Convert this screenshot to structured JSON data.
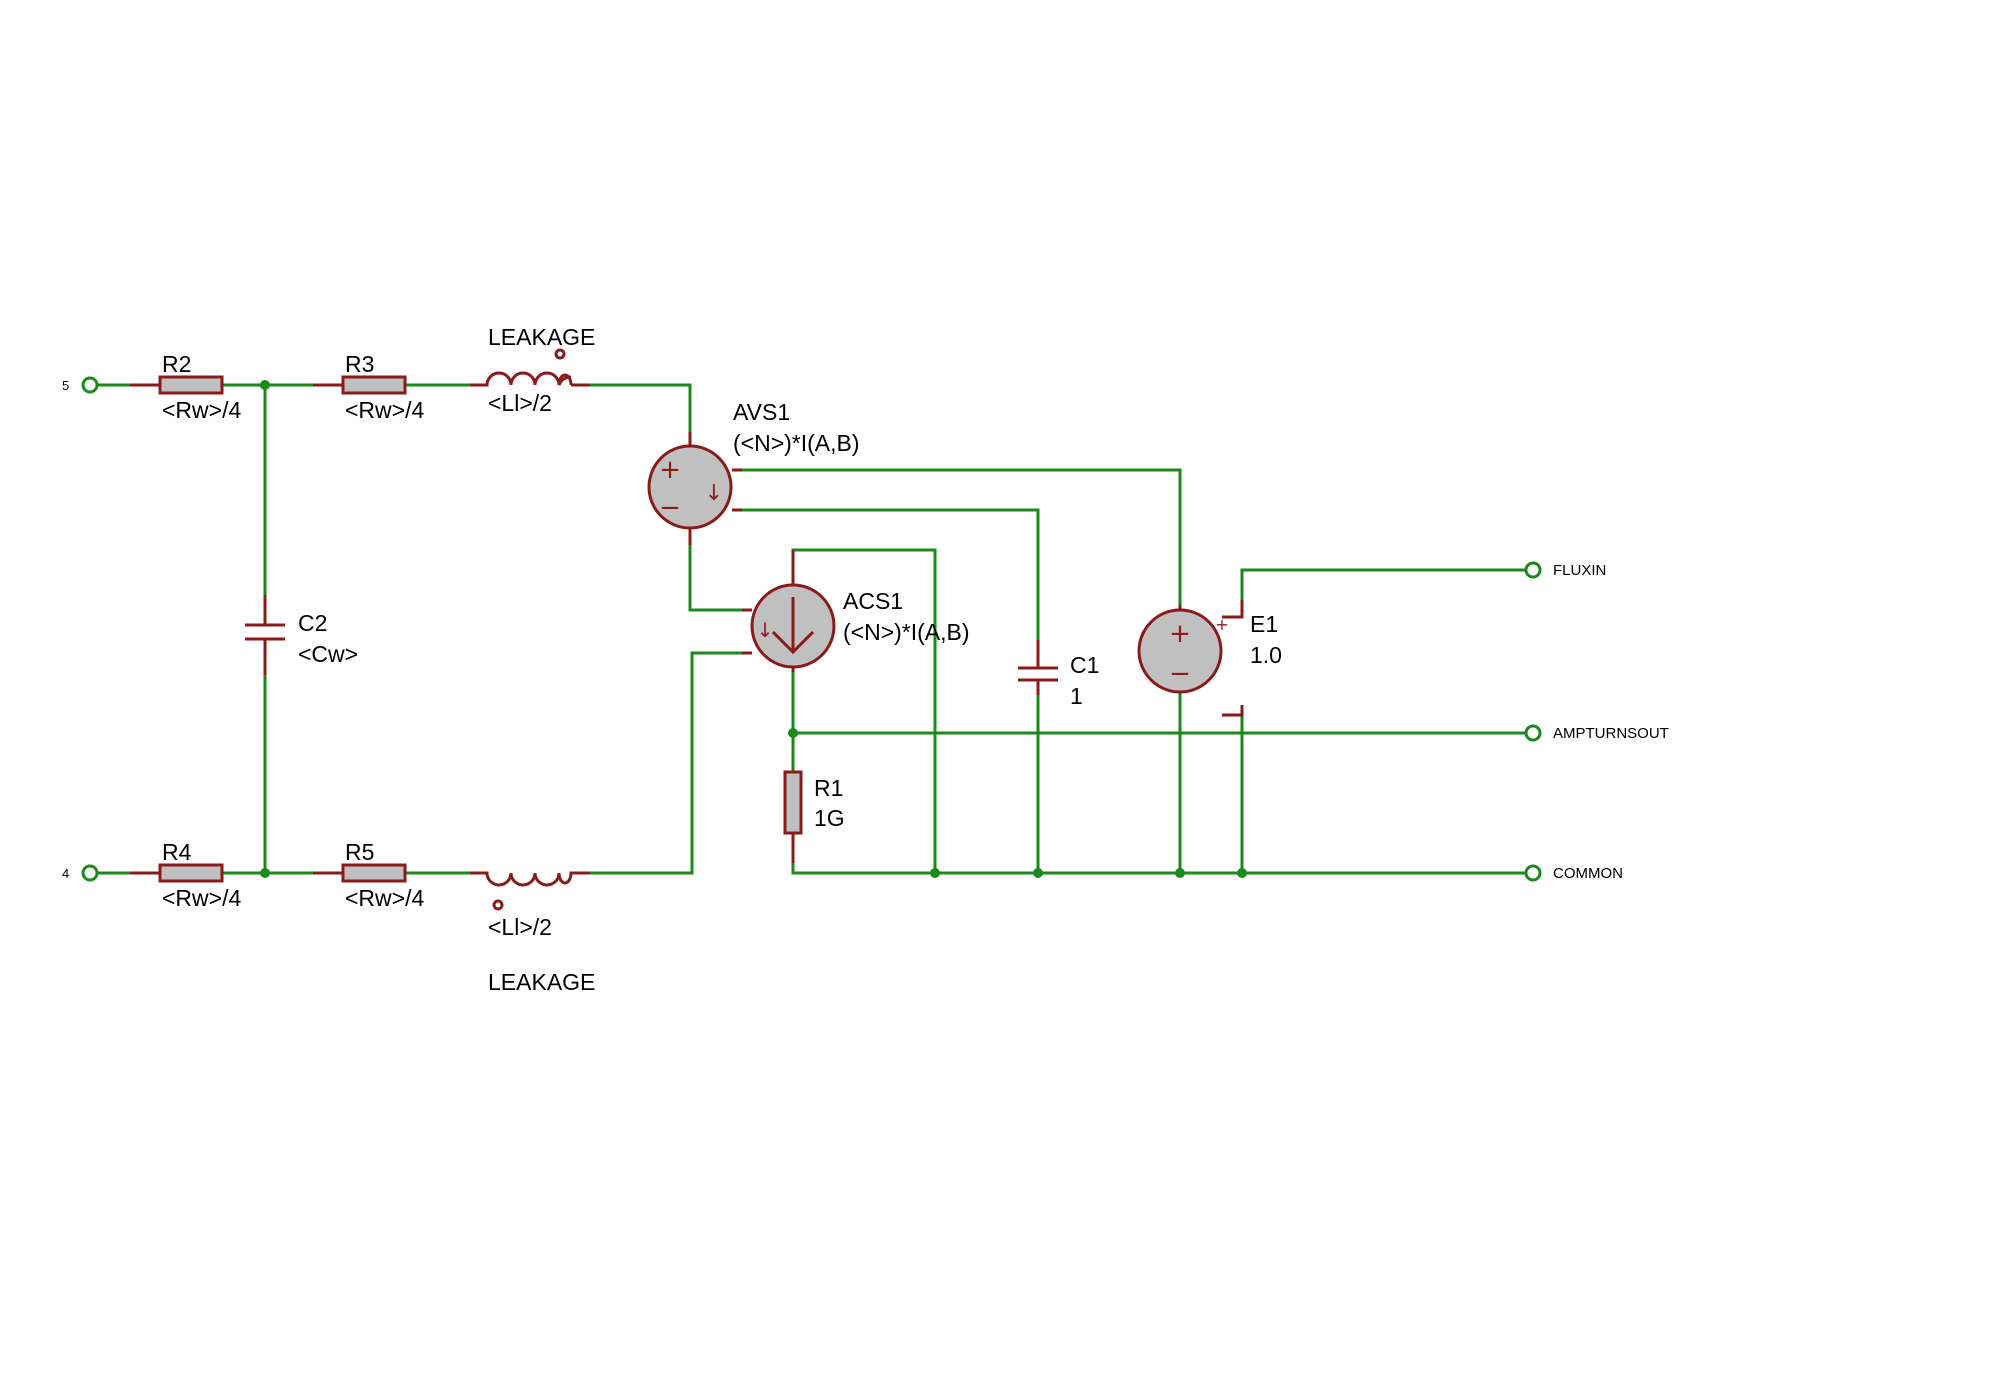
{
  "terminals": {
    "pin5": "5",
    "pin4": "4",
    "fluxin": "FLUXIN",
    "ampturnsout": "AMPTURNSOUT",
    "common": "COMMON"
  },
  "components": {
    "R2": {
      "ref": "R2",
      "value": "<Rw>/4"
    },
    "R3": {
      "ref": "R3",
      "value": "<Rw>/4"
    },
    "R4": {
      "ref": "R4",
      "value": "<Rw>/4"
    },
    "R5": {
      "ref": "R5",
      "value": "<Rw>/4"
    },
    "L_top": {
      "ref": "LEAKAGE",
      "value": "<Ll>/2"
    },
    "L_bot": {
      "ref": "LEAKAGE",
      "value": "<Ll>/2"
    },
    "C2": {
      "ref": "C2",
      "value": "<Cw>"
    },
    "AVS1": {
      "ref": "AVS1",
      "value": "(<N>)*I(A,B)"
    },
    "ACS1": {
      "ref": "ACS1",
      "value": "(<N>)*I(A,B)"
    },
    "C1": {
      "ref": "C1",
      "value": "1"
    },
    "R1": {
      "ref": "R1",
      "value": "1G"
    },
    "E1": {
      "ref": "E1",
      "value": "1.0"
    }
  },
  "colors": {
    "wire": "#1a8a1a",
    "component": "#8b1a1a",
    "body": "#c0c0c0"
  }
}
